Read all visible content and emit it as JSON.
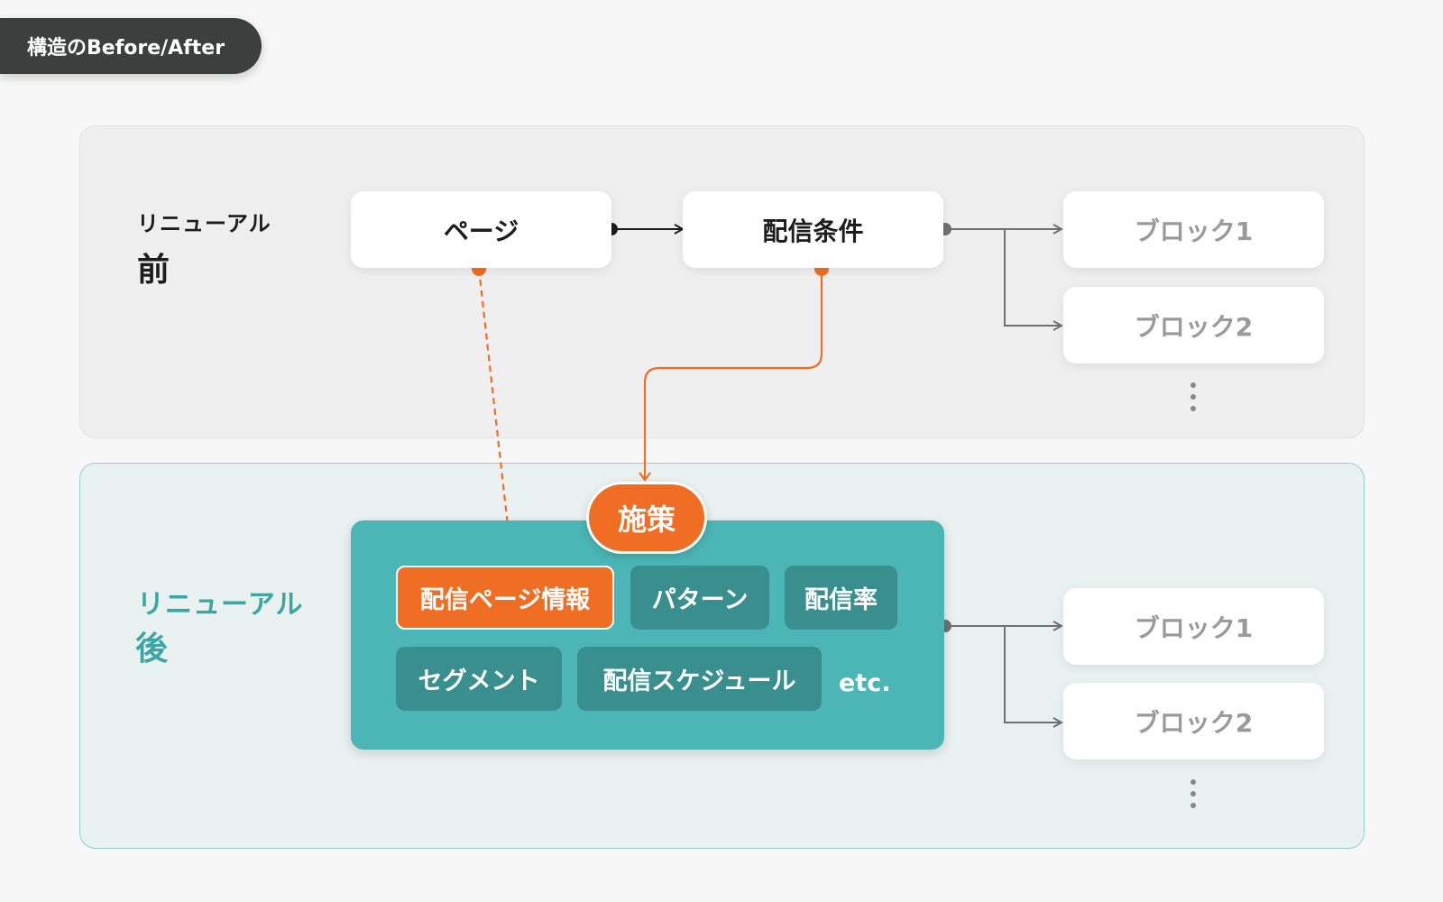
{
  "header": {
    "title": "構造のBefore/After"
  },
  "before": {
    "subtitle": "リニューアル",
    "label": "前",
    "nodes": {
      "page": "ページ",
      "conditions": "配信条件",
      "block1": "ブロック1",
      "block2": "ブロック2"
    }
  },
  "after": {
    "subtitle": "リニューアル",
    "label": "後",
    "measure": "施策",
    "chips": {
      "page_info": "配信ページ情報",
      "pattern": "パターン",
      "rate": "配信率",
      "segment": "セグメント",
      "schedule": "配信スケジュール",
      "etc": "etc."
    },
    "nodes": {
      "block1": "ブロック1",
      "block2": "ブロック2"
    }
  },
  "colors": {
    "accent_orange": "#f06d24",
    "teal": "#4bb6b5",
    "teal_dark": "#388f8d",
    "title_bg": "#3b3f3e"
  }
}
